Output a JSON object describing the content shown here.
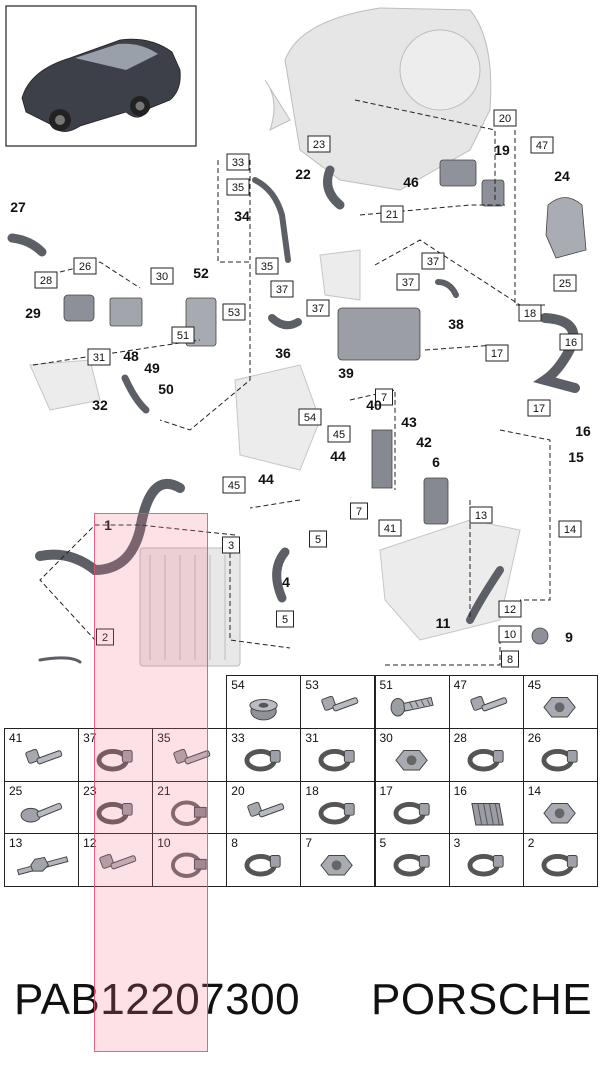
{
  "diagram": {
    "vehicle_thumbnail": "car-thumbnail",
    "callouts": [
      {
        "label": "27",
        "boxed": false
      },
      {
        "label": "26",
        "boxed": true
      },
      {
        "label": "28",
        "boxed": true
      },
      {
        "label": "29",
        "boxed": false
      },
      {
        "label": "30",
        "boxed": true
      },
      {
        "label": "52",
        "boxed": false
      },
      {
        "label": "53",
        "boxed": true
      },
      {
        "label": "51",
        "boxed": true
      },
      {
        "label": "48",
        "boxed": false
      },
      {
        "label": "49",
        "boxed": false
      },
      {
        "label": "50",
        "boxed": false
      },
      {
        "label": "31",
        "boxed": true
      },
      {
        "label": "32",
        "boxed": false
      },
      {
        "label": "33",
        "boxed": true
      },
      {
        "label": "35",
        "boxed": true
      },
      {
        "label": "34",
        "boxed": false
      },
      {
        "label": "35",
        "boxed": true
      },
      {
        "label": "37",
        "boxed": true
      },
      {
        "label": "36",
        "boxed": false
      },
      {
        "label": "37",
        "boxed": true
      },
      {
        "label": "23",
        "boxed": true
      },
      {
        "label": "22",
        "boxed": false
      },
      {
        "label": "20",
        "boxed": true
      },
      {
        "label": "47",
        "boxed": true
      },
      {
        "label": "19",
        "boxed": false
      },
      {
        "label": "46",
        "boxed": false
      },
      {
        "label": "21",
        "boxed": true
      },
      {
        "label": "24",
        "boxed": false
      },
      {
        "label": "25",
        "boxed": true
      },
      {
        "label": "37",
        "boxed": true
      },
      {
        "label": "37",
        "boxed": true
      },
      {
        "label": "38",
        "boxed": false
      },
      {
        "label": "39",
        "boxed": false
      },
      {
        "label": "18",
        "boxed": true
      },
      {
        "label": "16",
        "boxed": true
      },
      {
        "label": "17",
        "boxed": true
      },
      {
        "label": "17",
        "boxed": true
      },
      {
        "label": "16",
        "boxed": false
      },
      {
        "label": "15",
        "boxed": false
      },
      {
        "label": "7",
        "boxed": true
      },
      {
        "label": "40",
        "boxed": false
      },
      {
        "label": "54",
        "boxed": true
      },
      {
        "label": "43",
        "boxed": false
      },
      {
        "label": "45",
        "boxed": true
      },
      {
        "label": "42",
        "boxed": false
      },
      {
        "label": "44",
        "boxed": false
      },
      {
        "label": "6",
        "boxed": false
      },
      {
        "label": "45",
        "boxed": true
      },
      {
        "label": "44",
        "boxed": false
      },
      {
        "label": "7",
        "boxed": true
      },
      {
        "label": "41",
        "boxed": true
      },
      {
        "label": "1",
        "boxed": false
      },
      {
        "label": "3",
        "boxed": true
      },
      {
        "label": "5",
        "boxed": true
      },
      {
        "label": "4",
        "boxed": false
      },
      {
        "label": "5",
        "boxed": true
      },
      {
        "label": "2",
        "boxed": true
      },
      {
        "label": "13",
        "boxed": true
      },
      {
        "label": "14",
        "boxed": true
      },
      {
        "label": "12",
        "boxed": true
      },
      {
        "label": "11",
        "boxed": false
      },
      {
        "label": "10",
        "boxed": true
      },
      {
        "label": "9",
        "boxed": false
      },
      {
        "label": "8",
        "boxed": true
      }
    ]
  },
  "parts_table": {
    "rows": [
      [
        {
          "num": "54",
          "part": "grommet"
        },
        {
          "num": "53",
          "part": "bolt"
        },
        {
          "num": "51",
          "part": "expanding-rivet"
        },
        {
          "num": "47",
          "part": "bolt"
        },
        {
          "num": "45",
          "part": "nut"
        }
      ],
      [
        {
          "num": "41",
          "part": "bolt"
        },
        {
          "num": "37",
          "part": "spring-clamp"
        },
        {
          "num": "35",
          "part": "bolt"
        },
        {
          "num": "33",
          "part": "spring-clamp"
        },
        {
          "num": "31",
          "part": "spring-clamp"
        },
        {
          "num": "30",
          "part": "nut"
        },
        {
          "num": "28",
          "part": "spring-clamp"
        },
        {
          "num": "26",
          "part": "spring-clamp"
        }
      ],
      [
        {
          "num": "25",
          "part": "flange-bolt"
        },
        {
          "num": "23",
          "part": "spring-clamp"
        },
        {
          "num": "21",
          "part": "band-clamp"
        },
        {
          "num": "20",
          "part": "bolt"
        },
        {
          "num": "18",
          "part": "spring-clamp"
        },
        {
          "num": "17",
          "part": "spring-clamp"
        },
        {
          "num": "16",
          "part": "mesh-sleeve"
        },
        {
          "num": "14",
          "part": "nut"
        }
      ],
      [
        {
          "num": "13",
          "part": "stud-bolt"
        },
        {
          "num": "12",
          "part": "bolt"
        },
        {
          "num": "10",
          "part": "band-clamp"
        },
        {
          "num": "8",
          "part": "spring-clamp"
        },
        {
          "num": "7",
          "part": "nut"
        },
        {
          "num": "5",
          "part": "spring-clamp"
        },
        {
          "num": "3",
          "part": "spring-clamp"
        },
        {
          "num": "2",
          "part": "spring-clamp"
        }
      ]
    ]
  },
  "footer": {
    "part_number": "PAB12207300",
    "brand": "PORSCHE"
  },
  "colors": {
    "highlight": "#f07890",
    "line": "#222222",
    "part_fill": "#d6d6d6"
  }
}
